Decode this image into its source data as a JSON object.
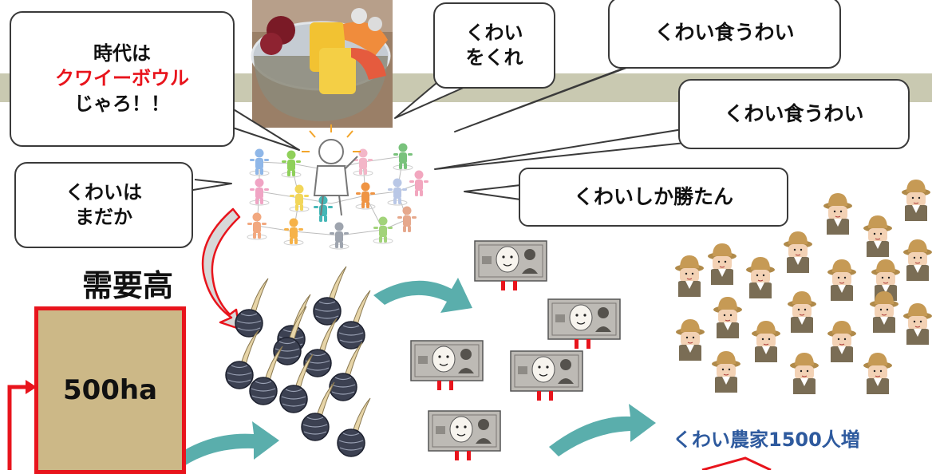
{
  "bubbles": {
    "era": {
      "line1": "時代は",
      "line2": "クワイーボウル",
      "line3": "じゃろ！！"
    },
    "give": {
      "line1": "くわい",
      "line2": "をくれ"
    },
    "eat1": {
      "text": "くわい食うわい"
    },
    "eat2": {
      "text": "くわい食うわい"
    },
    "wait": {
      "line1": "くわいは",
      "line2": "まだか"
    },
    "win": {
      "text": "くわいしか勝たん"
    }
  },
  "labels": {
    "demand": "需要高",
    "area": "500ha",
    "farmers": "くわい農家1500人増"
  },
  "colors": {
    "accent_red": "#e8141c",
    "band": "#c9c9b1",
    "box_fill": "#ccb887",
    "arrow_teal": "#5aaeac",
    "caption_blue": "#2e5a9e"
  },
  "icons": {
    "photo": "fruit-bowl-photo",
    "crowd": "people-network-icon",
    "kuwai": "kuwai-tuber-icon",
    "money": "yen-bill-character-icon",
    "farmer": "farmer-icon"
  }
}
